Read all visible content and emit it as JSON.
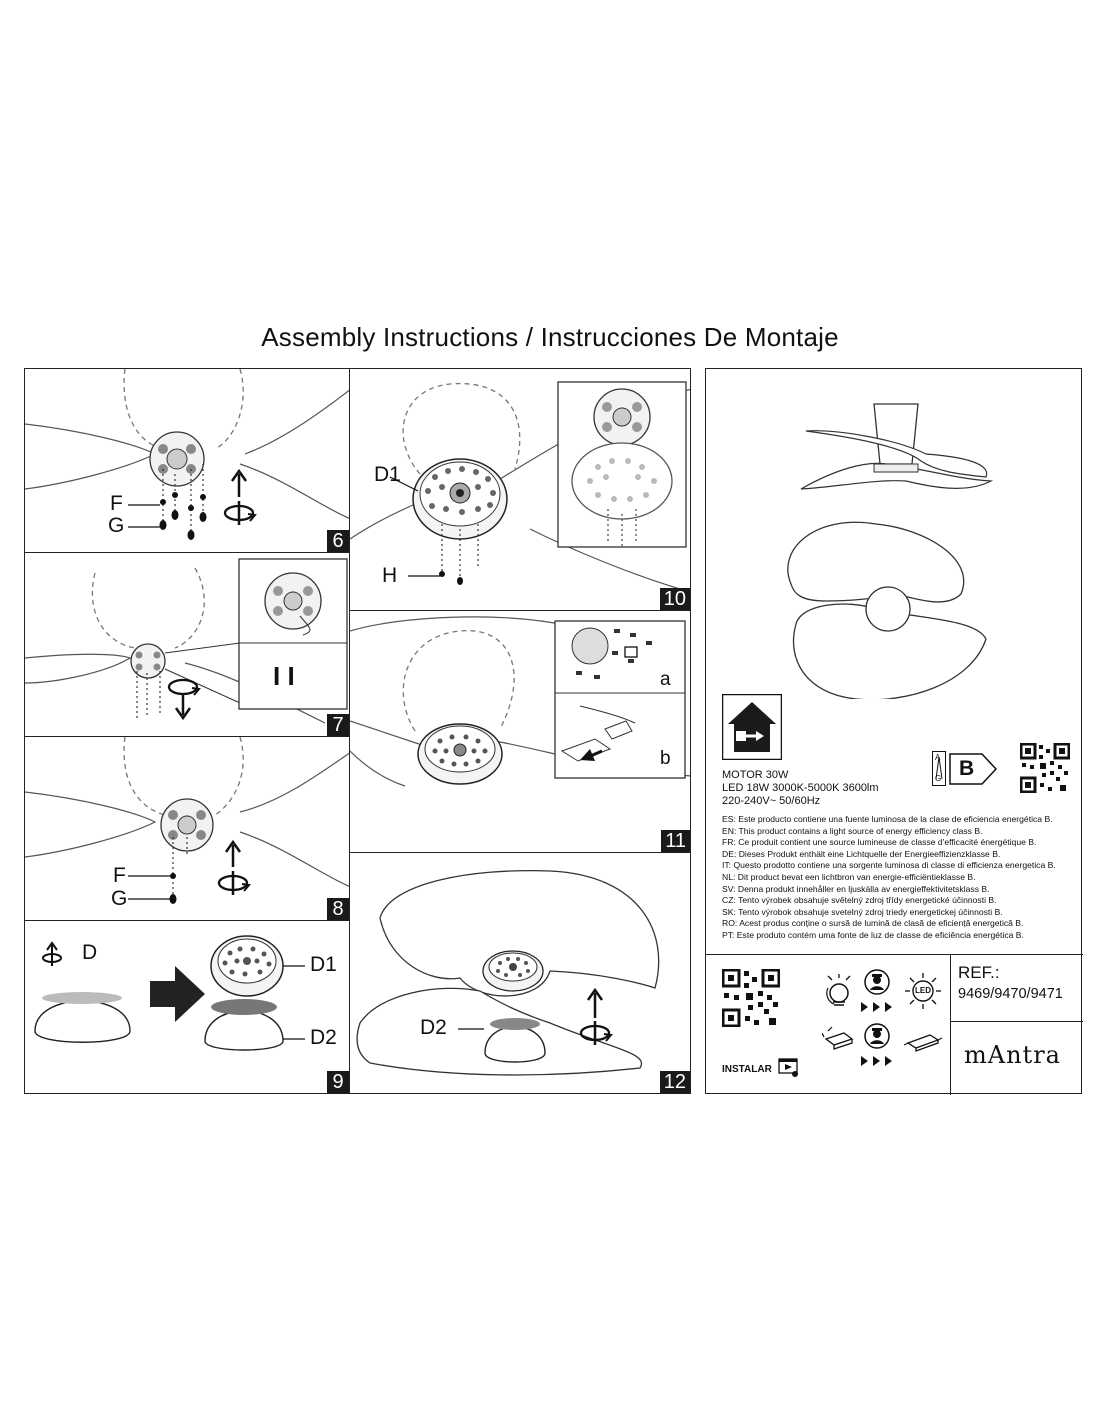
{
  "title": "Assembly Instructions / Instrucciones De Montaje",
  "steps": {
    "s6": {
      "number": "6",
      "labels": {
        "f": "F",
        "g": "G"
      }
    },
    "s7": {
      "number": "7",
      "inset_text": "I I"
    },
    "s8": {
      "number": "8",
      "labels": {
        "f": "F",
        "g": "G"
      }
    },
    "s9": {
      "number": "9",
      "labels": {
        "d": "D",
        "d1": "D1",
        "d2": "D2"
      }
    },
    "s10": {
      "number": "10",
      "labels": {
        "d1": "D1",
        "h": "H"
      }
    },
    "s11": {
      "number": "11",
      "labels": {
        "a": "a",
        "b": "b"
      }
    },
    "s12": {
      "number": "12",
      "labels": {
        "d2": "D2"
      }
    }
  },
  "specs": {
    "motor": "MOTOR 30W",
    "led": "LED 18W 3000K-5000K 3600lm",
    "voltage": "220-240V~ 50/60Hz"
  },
  "energy": {
    "class": "B",
    "scale_top": "A",
    "scale_bottom": "G"
  },
  "eu_notices": [
    "ES: Este producto contiene una fuente luminosa de la clase de eficiencia energética B.",
    "EN: This product contains a light source of energy efficiency class B.",
    "FR: Ce produit contient une source lumineuse de classe d'efficacité énergétique B.",
    "DE: Dieses Produkt enthält eine Lichtquelle der Energieeffizienzklasse B.",
    "IT: Questo prodotto contiene una sorgente luminosa di classe di efficienza energetica B.",
    "NL: Dit product bevat een lichtbron van energie-efficiëntieklasse B.",
    "SV: Denna produkt innehåller en ljuskälla av energieffektivitetsklass B.",
    "CZ: Tento výrobek obsahuje světelný zdroj třídy energetické účinnosti B.",
    "SK: Tento výrobok obsahuje svetelný zdroj triedy energetickej účinnosti B.",
    "RO: Acest produs conține o sursă de lumină de clasă de eficiență energetică B.",
    "PT: Este produto contém uma fonte de luz de classe de eficiência energética B."
  ],
  "footer": {
    "install_label": "INSTALAR",
    "led_badge": "LED",
    "ref_label": "REF.:",
    "ref_value": "9469/9470/9471",
    "brand": "mAntra"
  },
  "icons": [
    "house-disposal-icon",
    "qr-code-icon",
    "led-replace-icon",
    "technician-icon",
    "arrow-sequence-icon",
    "driver-icon",
    "video-play-icon"
  ]
}
